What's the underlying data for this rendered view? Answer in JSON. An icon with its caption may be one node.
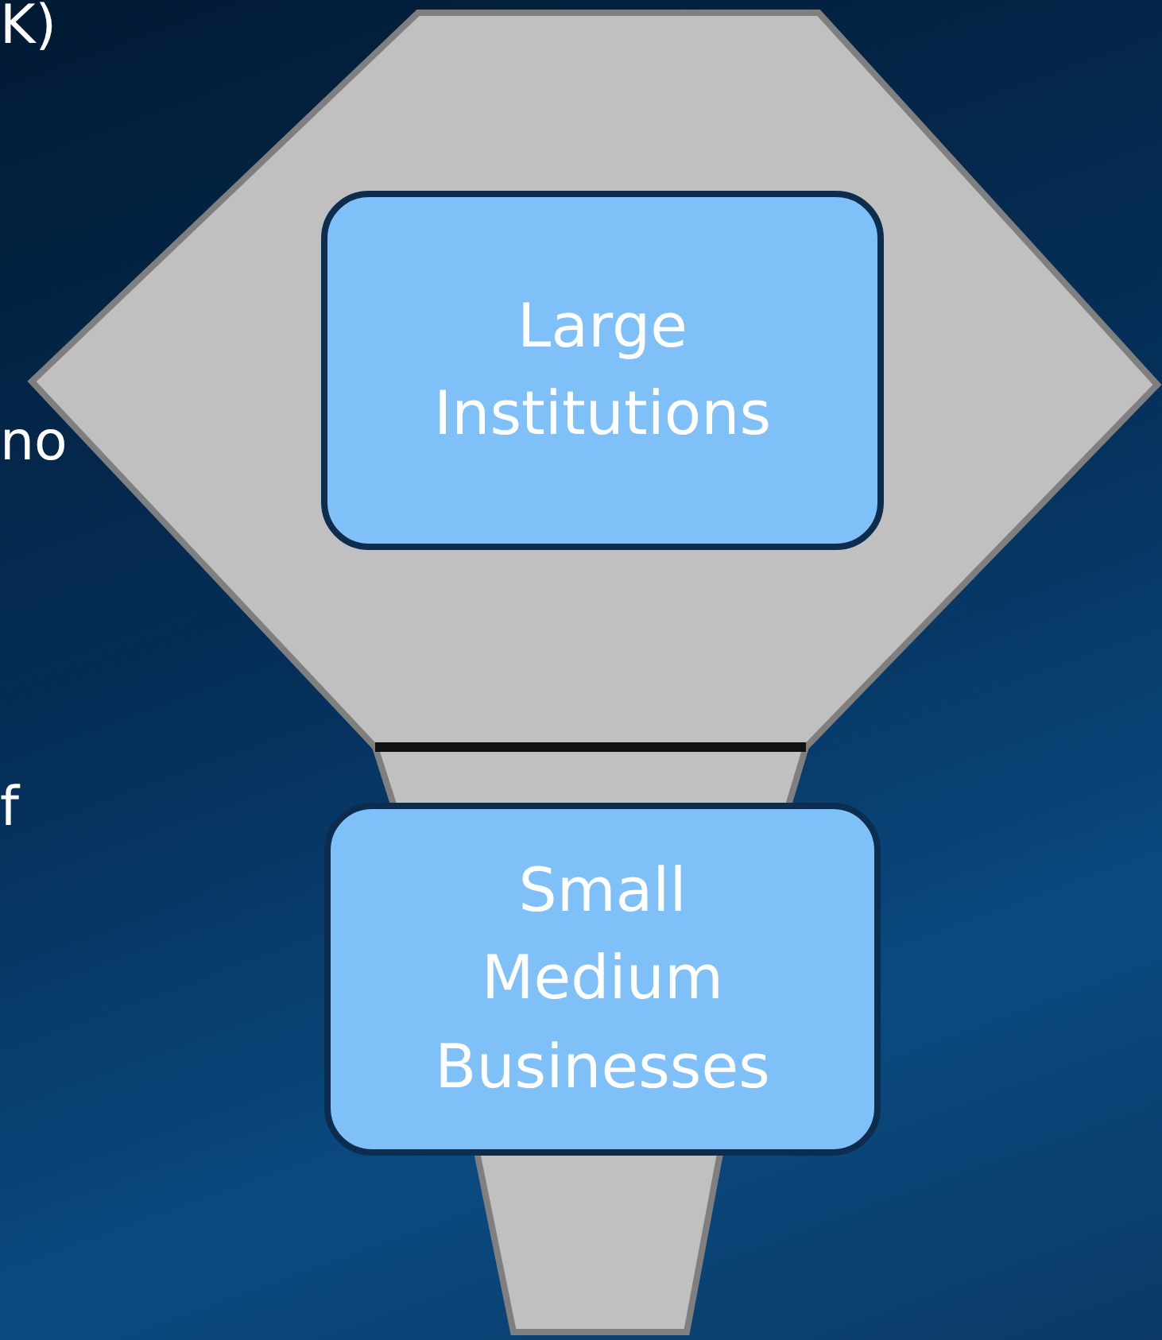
{
  "diagram": {
    "nodes": [
      {
        "text": [
          "Large Institutions"
        ]
      },
      {
        "text": [
          "Small Medium Businesses"
        ]
      }
    ],
    "edges": [],
    "labels": [
      "K)",
      "no",
      "f"
    ]
  }
}
